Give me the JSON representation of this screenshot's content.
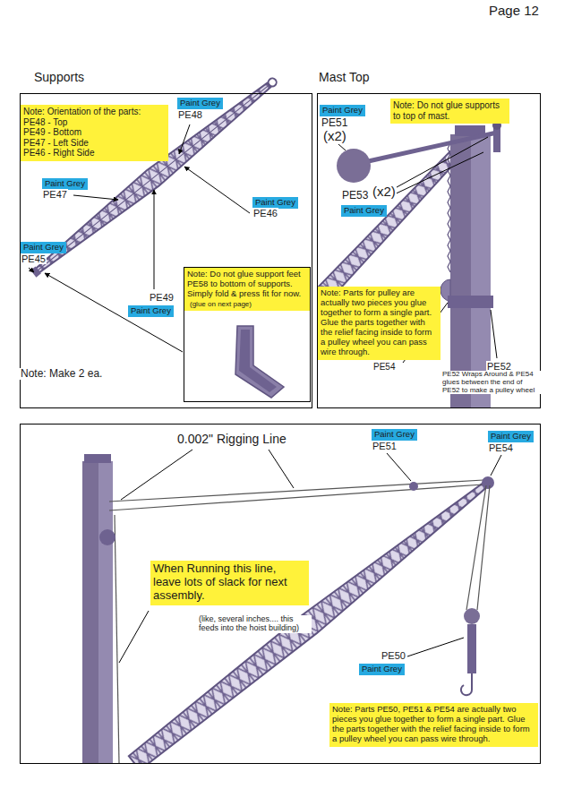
{
  "diagram": {
    "nodes": [
      {
        "text": [
          "Supports"
        ]
      },
      {
        "text": [
          "Note: Orientation of the parts:",
          "PE48 - Top",
          "PE49 - Bottom",
          "PE47 - Left Side",
          "PE46 - Right Side"
        ],
        "in": 0
      },
      {
        "text": [
          "Paint Grey"
        ],
        "in": 0
      },
      {
        "text": [
          "Paint Grey"
        ],
        "in": 0
      },
      {
        "text": [
          "Paint Grey"
        ],
        "in": 0
      },
      {
        "text": [
          "Paint Grey"
        ],
        "in": 0
      },
      {
        "text": [
          "Paint Grey"
        ],
        "in": 0
      },
      {
        "text": [
          "Note: Do not glue support feet PE58 to bottom of supports. Simply fold & press fit for now.",
          "(glue on next page)"
        ],
        "in": 0
      },
      {
        "text": [
          "Mast Top"
        ]
      },
      {
        "text": [
          "Paint Grey"
        ],
        "in": 8
      },
      {
        "text": [
          "Note: Do not glue supports to top of mast."
        ],
        "in": 8
      },
      {
        "text": [
          "Paint Grey"
        ],
        "in": 8
      },
      {
        "text": [
          "Note: Parts for pulley are actually two pieces you glue together to form a single part. Glue the parts together with the relief facing inside to form a pulley wheel you can pass wire through."
        ],
        "in": 8
      },
      {
        "text": [
          "Paint Grey"
        ]
      },
      {
        "text": [
          "Paint Grey"
        ]
      },
      {
        "text": [
          "When Running this line, leave lots of slack for next assembly."
        ]
      },
      {
        "text": [
          "Paint Grey"
        ]
      },
      {
        "text": [
          "Note: Parts PE50, PE51 & PE54 are actually two pieces you glue together to form a single part. Glue the parts together with the relief facing inside to form a pulley wheel you can pass wire through."
        ]
      }
    ],
    "labels": [
      "Page 12",
      "PE48",
      "PE47",
      "PE46",
      "PE45",
      "PE49",
      "Note: Make 2 ea.",
      "PE51",
      "(x2)",
      "PE53",
      "(x2)",
      "PE54",
      "PE52",
      "PE52 Wraps Around & PE54 glues between the end of PE52 to make a pulley wheel",
      "0.002\" Rigging Line",
      "PE51",
      "PE54",
      "(like, several inches.... this feeds into the hoist building)",
      "PE50"
    ]
  }
}
